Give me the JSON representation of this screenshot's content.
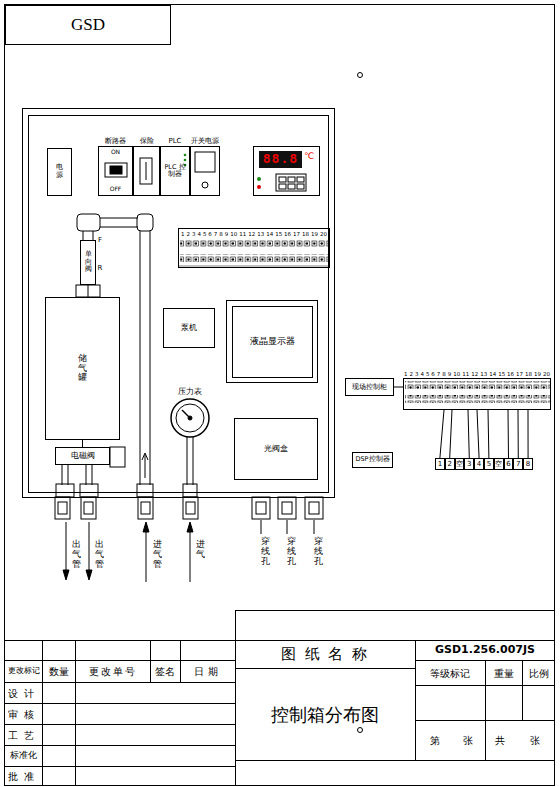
{
  "diagram": {
    "nodes": [
      {
        "text": [
          "GSD"
        ]
      },
      {
        "text": [
          "电源"
        ]
      },
      {
        "text": [
          "断路器",
          "ON",
          "OFF"
        ]
      },
      {
        "text": [
          "保险"
        ]
      },
      {
        "text": [
          "PLC",
          "PLC 控制器"
        ]
      },
      {
        "text": [
          "开关电源"
        ]
      },
      {
        "text": [
          "88.8",
          "℃"
        ]
      },
      {
        "text": [
          "1 2 3 4 5 6 7 8 9 10 11 12 13 14 15 16 17 18 19 20"
        ]
      },
      {
        "text": [
          "单向阀"
        ]
      },
      {
        "text": [
          "储气罐"
        ]
      },
      {
        "text": [
          "电磁阀"
        ]
      },
      {
        "text": [
          "泵机"
        ]
      },
      {
        "text": [
          "液晶显示器"
        ]
      },
      {
        "text": [
          "压力表"
        ]
      },
      {
        "text": [
          "光阀盒"
        ]
      },
      {
        "text": [
          "现场控制柜"
        ]
      },
      {
        "text": [
          "DSP控制器"
        ]
      },
      {
        "text": [
          "1 2 3 4 5 6 7 8 9 10 11 12 13 14 15 16 17 18 19 20"
        ]
      },
      {
        "text": [
          "1"
        ]
      },
      {
        "text": [
          "2"
        ]
      },
      {
        "text": [
          "空"
        ]
      },
      {
        "text": [
          "3"
        ]
      },
      {
        "text": [
          "4"
        ]
      },
      {
        "text": [
          "5"
        ]
      },
      {
        "text": [
          "空"
        ]
      },
      {
        "text": [
          "6"
        ]
      },
      {
        "text": [
          "7"
        ]
      },
      {
        "text": [
          "8"
        ]
      }
    ],
    "edges": [
      {
        "from": 8,
        "to": 9,
        "arrow": "none"
      },
      {
        "from": 9,
        "to": 10,
        "arrow": "none"
      },
      {
        "from": 15,
        "to": 17,
        "arrow": "none"
      },
      {
        "from": 17,
        "to": 18,
        "arrow": "none"
      },
      {
        "from": 17,
        "to": 19,
        "arrow": "none"
      },
      {
        "from": 17,
        "to": 21,
        "arrow": "none"
      },
      {
        "from": 17,
        "to": 22,
        "arrow": "none"
      },
      {
        "from": 17,
        "to": 23,
        "arrow": "none"
      },
      {
        "from": 17,
        "to": 25,
        "arrow": "none"
      },
      {
        "from": 17,
        "to": 26,
        "arrow": "none"
      },
      {
        "from": 17,
        "to": 27,
        "arrow": "none"
      }
    ],
    "labels": [
      "F",
      "R",
      "出气管",
      "出气管",
      "进气管",
      "进气",
      "穿线孔",
      "穿线孔",
      "穿线孔",
      "图 纸 名 称",
      "GSD1.256.007JS",
      "更改标记",
      "数量",
      "更改单号",
      "签名",
      "日期",
      "等级标记",
      "重量",
      "比例",
      "设计",
      "审核",
      "工艺",
      "标准化",
      "批准",
      "控制箱分布图",
      "第",
      "张",
      "共",
      "张"
    ]
  }
}
